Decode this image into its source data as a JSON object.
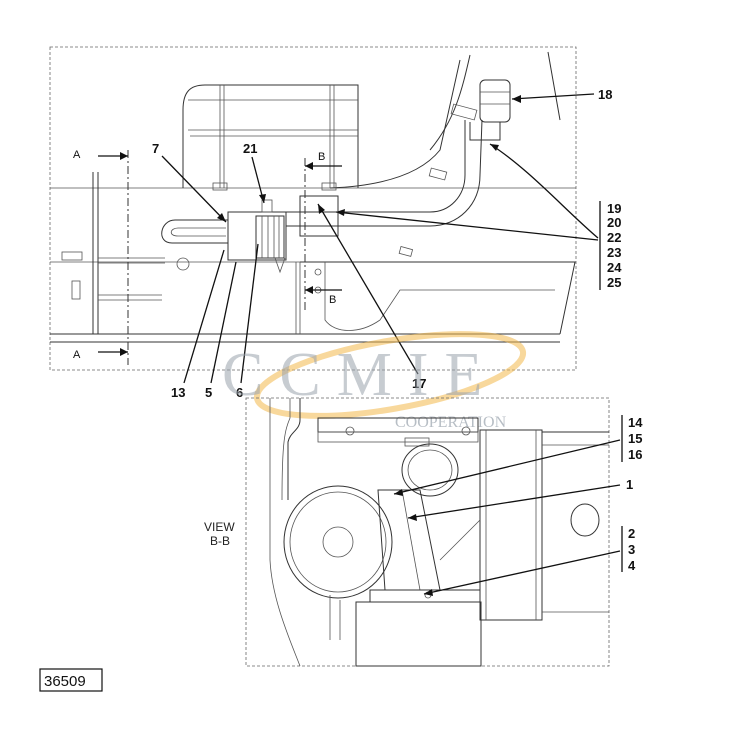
{
  "section_marks": {
    "a": "A",
    "b": "B"
  },
  "view_label": {
    "line1": "VIEW",
    "line2": "B-B"
  },
  "callouts_top": {
    "c7": "7",
    "c21": "21",
    "c18": "18",
    "c13": "13",
    "c5": "5",
    "c6": "6",
    "c17": "17"
  },
  "callouts_group_top": [
    "19",
    "20",
    "22",
    "23",
    "24",
    "25"
  ],
  "callouts_group_bottom_a": [
    "14",
    "15",
    "16"
  ],
  "callout_c1": "1",
  "callouts_group_bottom_b": [
    "2",
    "3",
    "4"
  ],
  "watermark": {
    "main": "CCMIE",
    "sub": "COOPERATION"
  },
  "figure_number": "36509",
  "colors": {
    "ink": "#111111",
    "watermark_gray": "#9aa3ad",
    "watermark_orange": "#f2b84a"
  }
}
